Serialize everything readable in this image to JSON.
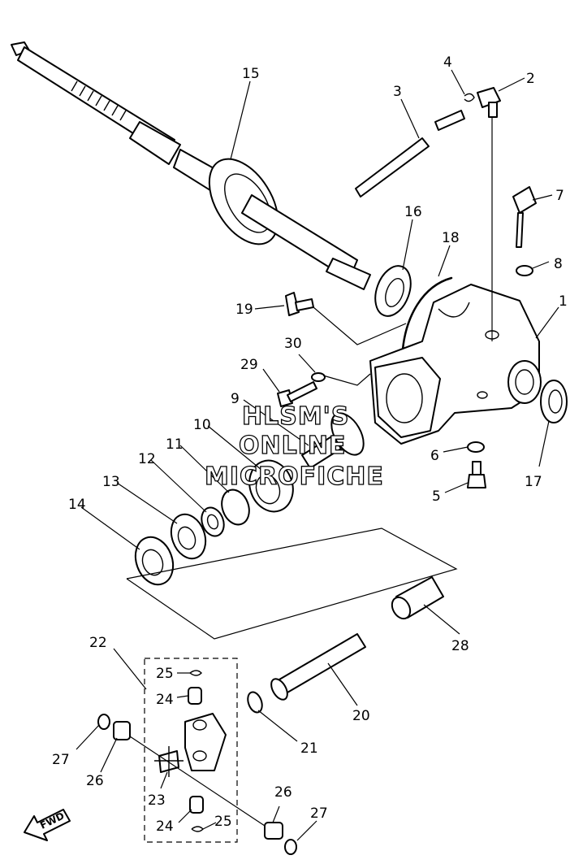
{
  "watermark": {
    "line1": "HLSM'S",
    "line2": "ONLINE",
    "line3": "MICROFICHE"
  },
  "fwd_label": "FWD",
  "callouts": {
    "c1": "1",
    "c2": "2",
    "c3": "3",
    "c4": "4",
    "c5": "5",
    "c6": "6",
    "c7": "7",
    "c8": "8",
    "c9": "9",
    "c10": "10",
    "c11": "11",
    "c12": "12",
    "c13": "13",
    "c14": "14",
    "c15": "15",
    "c16": "16",
    "c17": "17",
    "c18": "18",
    "c19": "19",
    "c20": "20",
    "c21": "21",
    "c22": "22",
    "c23": "23",
    "c24a": "24",
    "c24b": "24",
    "c25a": "25",
    "c25b": "25",
    "c26a": "26",
    "c26b": "26",
    "c27a": "27",
    "c27b": "27",
    "c28": "28",
    "c29": "29",
    "c30": "30"
  }
}
